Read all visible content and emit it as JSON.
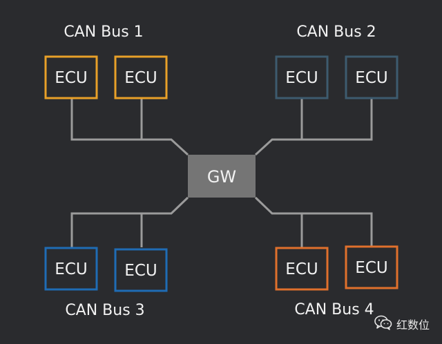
{
  "colors": {
    "background": "#2a2b2e",
    "wire": "#9b9b9b",
    "gateway_fill": "#757575",
    "text": "#f2f2f2",
    "bus1": "#e8a028",
    "bus2": "#3d5b6f",
    "bus3": "#1f6cb5",
    "bus4": "#e0702c"
  },
  "gateway": {
    "label": "GW"
  },
  "buses": [
    {
      "title": "CAN Bus 1",
      "ecus": [
        "ECU",
        "ECU"
      ]
    },
    {
      "title": "CAN Bus 2",
      "ecus": [
        "ECU",
        "ECU"
      ]
    },
    {
      "title": "CAN Bus 3",
      "ecus": [
        "ECU",
        "ECU"
      ]
    },
    {
      "title": "CAN Bus 4",
      "ecus": [
        "ECU",
        "ECU"
      ]
    }
  ],
  "watermark": {
    "text": "红数位",
    "icon": "wechat-icon"
  }
}
